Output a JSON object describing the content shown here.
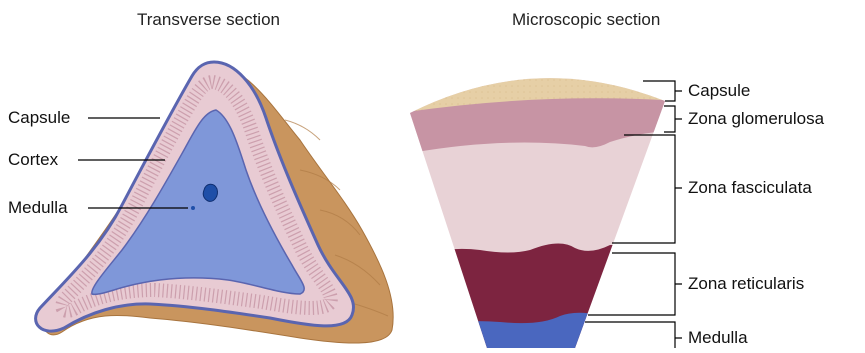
{
  "titles": {
    "left": "Transverse section",
    "right": "Microscopic section"
  },
  "transverse_labels": {
    "capsule": "Capsule",
    "cortex": "Cortex",
    "medulla": "Medulla"
  },
  "microscopic_labels": {
    "capsule": "Capsule",
    "glomerulosa": "Zona glomerulosa",
    "fasciculata": "Zona fasciculata",
    "reticularis": "Zona reticularis",
    "medulla": "Medulla"
  },
  "colors": {
    "fat": "#c9955e",
    "fat_dark": "#a8743e",
    "capsule_outline": "#5a65b0",
    "cortex_pink": "#e8cbd3",
    "medulla_blue": "#7f97d9",
    "capsule_tan": "#e6cfa6",
    "glomerulosa": "#c794a4",
    "fasciculata": "#e8d2d6",
    "reticularis": "#7d2440",
    "medulla_micro": "#4a67bf"
  }
}
